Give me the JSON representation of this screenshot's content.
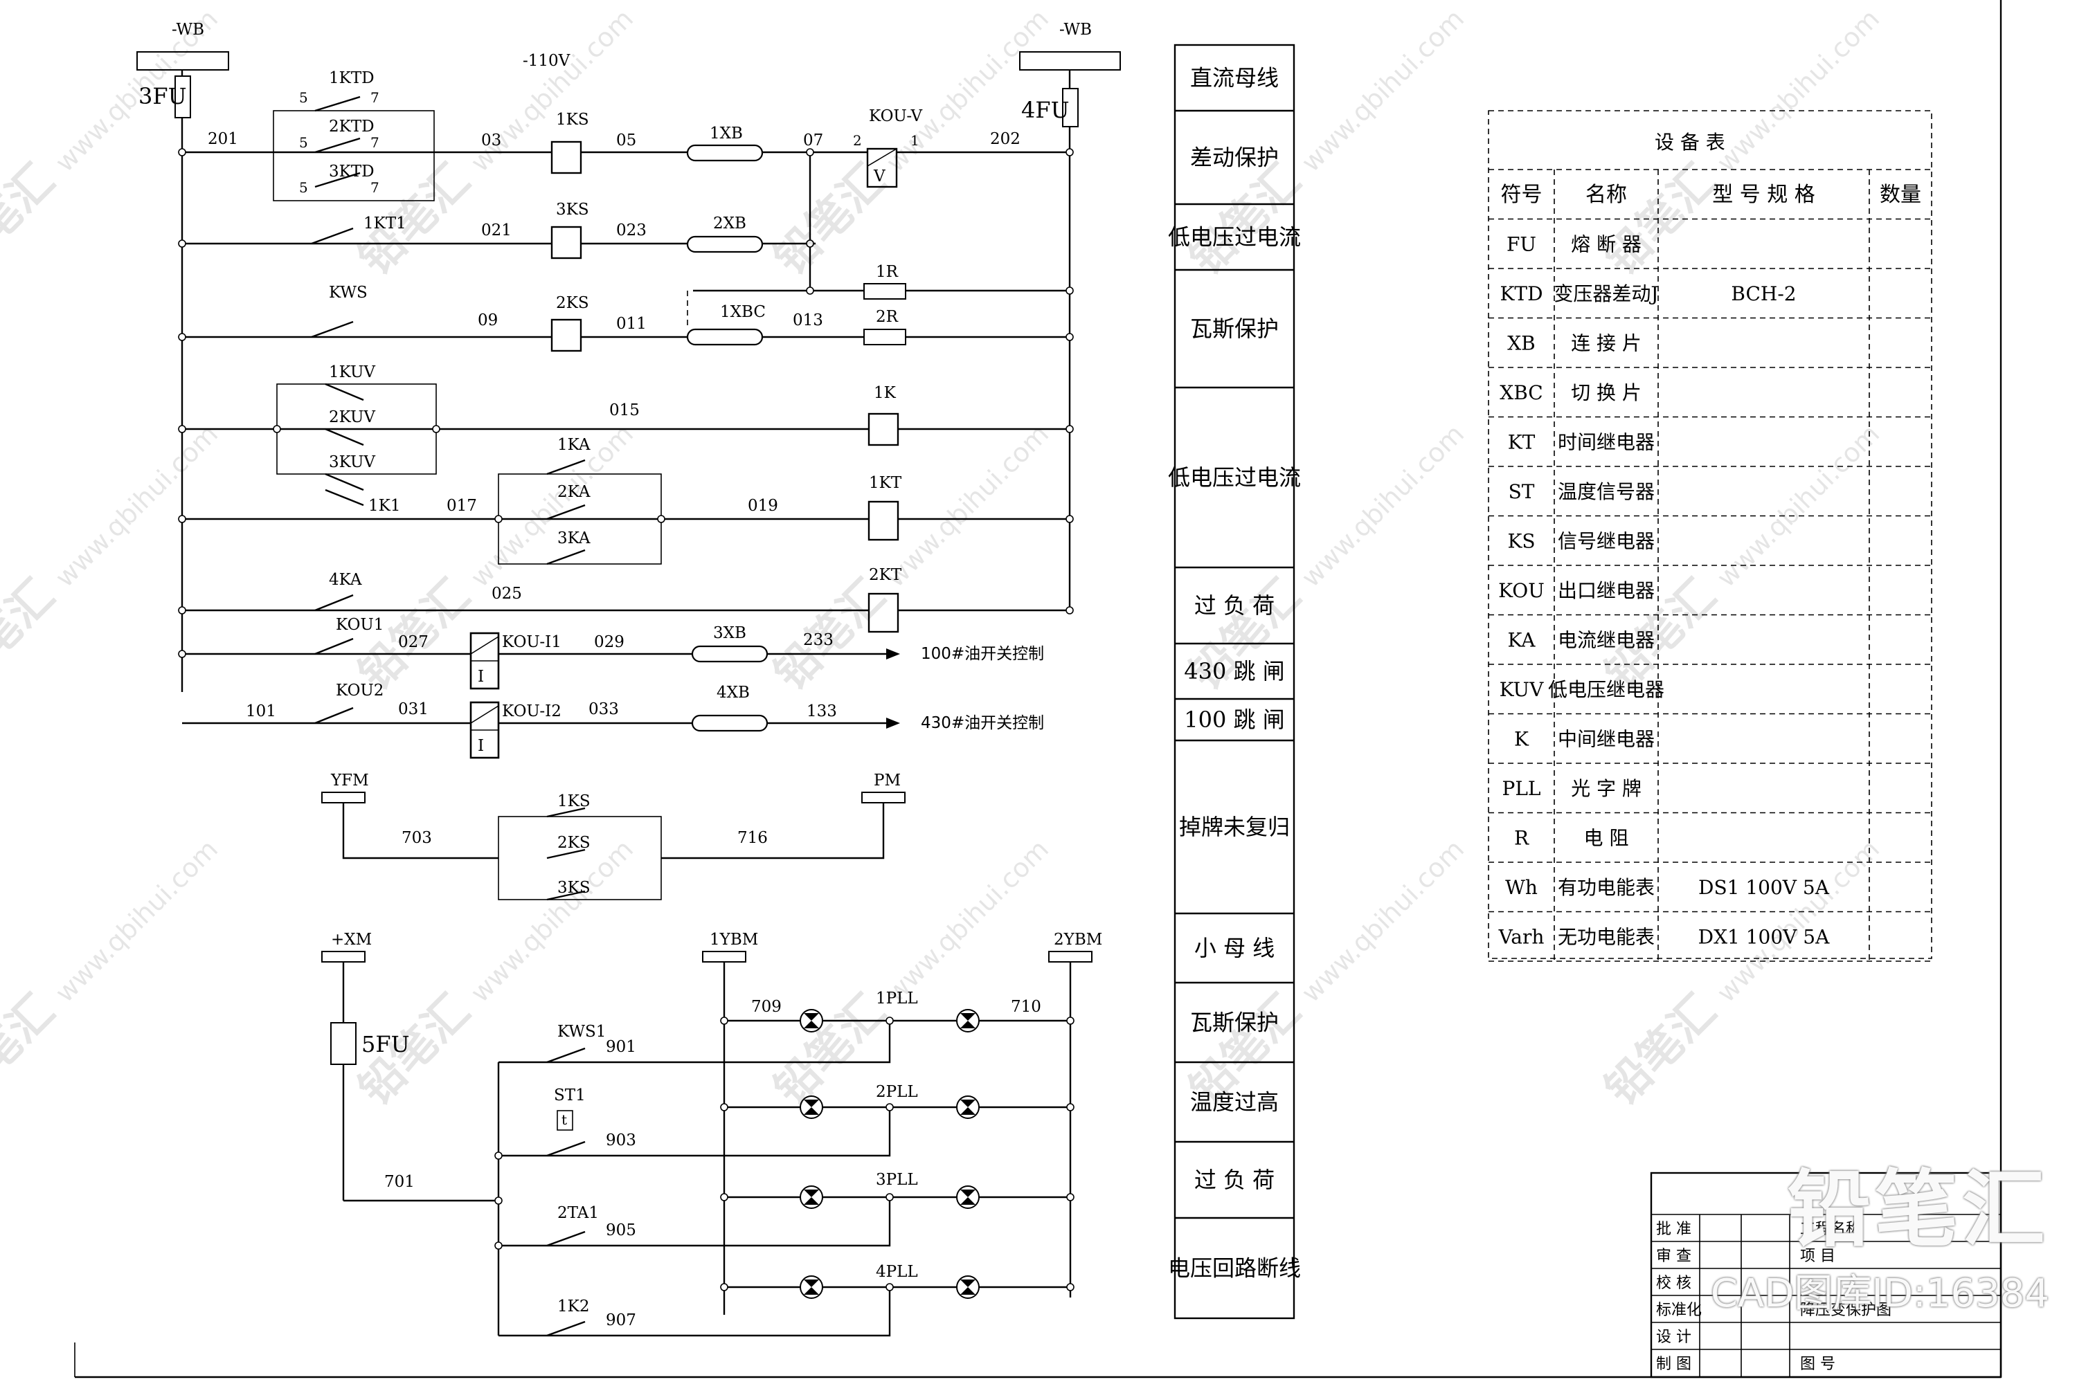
{
  "supply": {
    "bus_left": "-WB",
    "bus_right": "-WB",
    "voltage": "-110V",
    "fuse_left": "3FU",
    "fuse_right": "4FU",
    "fuse_signal": "5FU",
    "wire_left": "201",
    "wire_right": "202"
  },
  "components": {
    "ktd1": "1KTD",
    "ktd2": "2KTD",
    "ktd3": "3KTD",
    "kt1": "1KT1",
    "kws": "KWS",
    "kuv1": "1KUV",
    "kuv2": "2KUV",
    "kuv3": "3KUV",
    "k1": "1K1",
    "ka1": "1KA",
    "ka2": "2KA",
    "ka3": "3KA",
    "ka4": "4KA",
    "kou1": "KOU1",
    "kou2": "KOU2",
    "ks1": "1KS",
    "ks2": "2KS",
    "ks3": "3KS",
    "xb1": "1XB",
    "xb2": "2XB",
    "xb3": "3XB",
    "xb4": "4XB",
    "xbc1": "1XBC",
    "kouv": "KOU-V",
    "kouv_v": "V",
    "r1": "1R",
    "r2": "2R",
    "k": "1K",
    "kt": "1KT",
    "kt2": "2KT",
    "koui1": "KOU-I1",
    "koui2": "KOU-I2",
    "koui_i": "I",
    "pin5": "5",
    "pin7": "7",
    "pin2": "2",
    "pin1": "1"
  },
  "wires": {
    "w03": "03",
    "w05": "05",
    "w07": "07",
    "w021": "021",
    "w023": "023",
    "w09": "09",
    "w011": "011",
    "w013": "013",
    "w015": "015",
    "w017": "017",
    "w019": "019",
    "w025": "025",
    "w027": "027",
    "w029": "029",
    "w233": "233",
    "w101": "101",
    "w031": "031",
    "w033": "033",
    "w133": "133",
    "w703": "703",
    "w716": "716",
    "w709": "709",
    "w710": "710",
    "w901": "901",
    "w903": "903",
    "w905": "905",
    "w907": "907",
    "w701": "701"
  },
  "outputs": {
    "out100": "100#油开关控制",
    "out430": "430#油开关控制"
  },
  "signal": {
    "yfm": "YFM",
    "pm": "PM",
    "ks1": "1KS",
    "ks2": "2KS",
    "ks3": "3KS",
    "xm": "+XM",
    "ybm1": "1YBM",
    "ybm2": "2YBM",
    "kws1": "KWS1",
    "st1": "ST1",
    "ta1": "2TA1",
    "k2": "1K2",
    "st_box": "t",
    "pll1": "1PLL",
    "pll2": "2PLL",
    "pll3": "3PLL",
    "pll4": "4PLL"
  },
  "panel_labels": [
    "直流母线",
    "差动保护",
    "低电压过电流",
    "瓦斯保护",
    "低电压过电流",
    "过 负 荷",
    "430 跳 闸",
    "100 跳 闸",
    "掉牌未复归",
    "小 母 线",
    "瓦斯保护",
    "温度过高",
    "过 负 荷",
    "电压回路断线"
  ],
  "equipment_table": {
    "title": "设   备   表",
    "headers": [
      "符号",
      "名称",
      "型 号 规 格",
      "数量"
    ],
    "rows": [
      [
        "FU",
        "熔 断 器",
        "",
        ""
      ],
      [
        "KTD",
        "变压器差动J",
        "BCH-2",
        ""
      ],
      [
        "XB",
        "连 接 片",
        "",
        ""
      ],
      [
        "XBC",
        "切 换 片",
        "",
        ""
      ],
      [
        "KT",
        "时间继电器",
        "",
        ""
      ],
      [
        "ST",
        "温度信号器",
        "",
        ""
      ],
      [
        "KS",
        "信号继电器",
        "",
        ""
      ],
      [
        "KOU",
        "出口继电器",
        "",
        ""
      ],
      [
        "KA",
        "电流继电器",
        "",
        ""
      ],
      [
        "KUV",
        "低电压继电器",
        "",
        ""
      ],
      [
        "K",
        "中间继电器",
        "",
        ""
      ],
      [
        "PLL",
        "光 字 牌",
        "",
        ""
      ],
      [
        "R",
        "电   阻",
        "",
        ""
      ],
      [
        "Wh",
        "有功电能表",
        "DS1 100V 5A",
        ""
      ],
      [
        "Varh",
        "无功电能表",
        "DX1 100V 5A",
        ""
      ]
    ]
  },
  "title_block": {
    "rows": [
      "批 准",
      "审 查",
      "校 核",
      "标准化",
      "设 计",
      "制 图"
    ],
    "right": [
      "工程名称",
      "项 目",
      "",
      "降压变保护图",
      "",
      "图 号"
    ]
  },
  "watermark": {
    "brand": "铅笔汇",
    "url": "www.qbihui.com",
    "code": "CAD图库ID:16384"
  }
}
